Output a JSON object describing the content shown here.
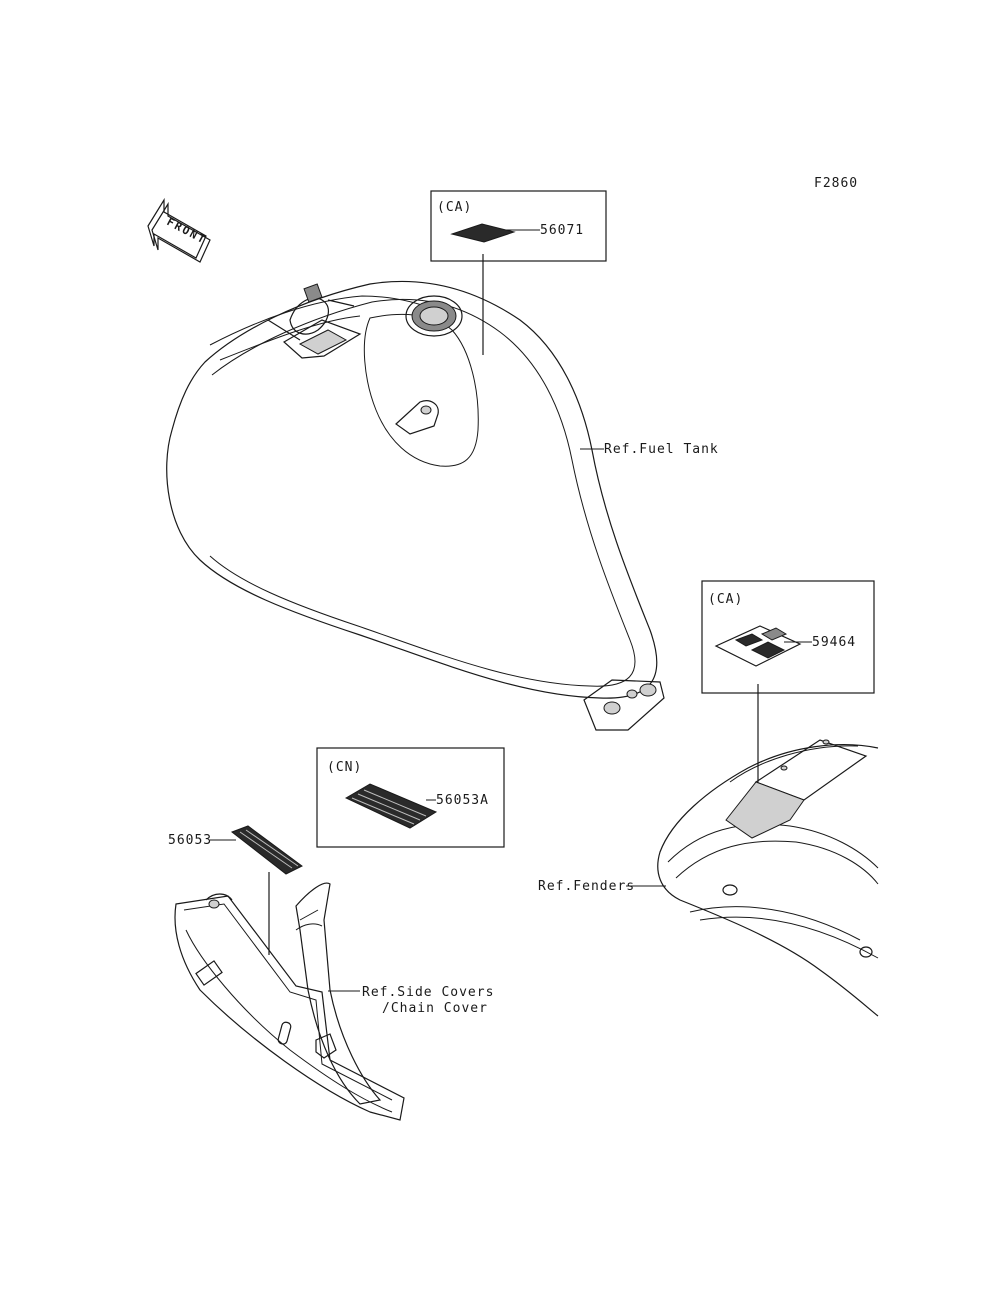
{
  "figure_code": "F2860",
  "front_arrow": {
    "text": "FRONT",
    "icon": "front-direction-arrow-icon"
  },
  "callouts": {
    "box_56071": {
      "region": "(CA)",
      "part": "56071"
    },
    "box_59464": {
      "region": "(CA)",
      "part": "59464"
    },
    "box_56053A": {
      "region": "(CN)",
      "part": "56053A"
    },
    "part_56053": "56053"
  },
  "references": {
    "fuel_tank": "Ref.Fuel Tank",
    "fenders": "Ref.Fenders",
    "side_covers_line1": "Ref.Side Covers",
    "side_covers_line2": "/Chain Cover"
  }
}
